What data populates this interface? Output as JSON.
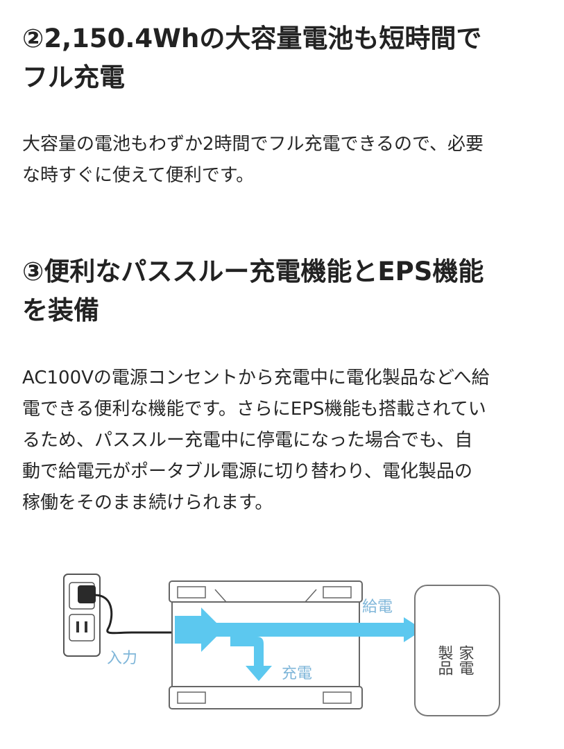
{
  "section2": {
    "heading_lines": [
      "②2,150.4Whの大容量電池も短時間で",
      "フル充電"
    ],
    "body_lines": [
      "大容量の電池もわずか2時間でフル充電できるので、必要",
      "な時すぐに使えて便利です。"
    ]
  },
  "section3": {
    "heading_lines": [
      "③便利なパススルー充電機能とEPS機能",
      "を装備"
    ],
    "body_lines": [
      "AC100Vの電源コンセントから充電中に電化製品などへ給",
      "電できる便利な機能です。さらにEPS機能も搭載されてい",
      "るため、パススルー充電中に停電になった場合でも、自",
      "動で給電元がポータブル電源に切り替わり、電化製品の",
      "稼働をそのまま続けられます。"
    ]
  },
  "diagram": {
    "input_label": "入力",
    "charge_label": "充電",
    "supply_label": "給電",
    "appliance_label_col1": "製品",
    "appliance_label_col2": "家電",
    "accent_color": "#5cc8ef",
    "label_color": "#7fb6d9"
  }
}
